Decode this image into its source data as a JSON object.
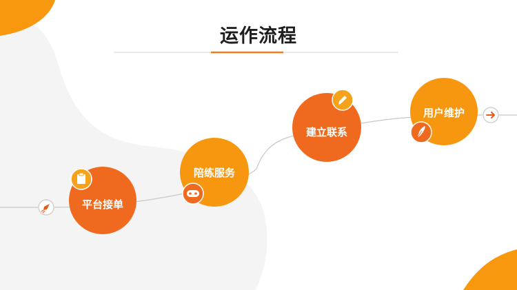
{
  "title": "运作流程",
  "colors": {
    "dark_orange": "#ef6a1e",
    "light_orange": "#f7970f",
    "badge_orange": "#f7a21b",
    "line_gray": "#c9c9c9",
    "blob_gray": "#f4f4f4",
    "title_text": "#1e1e1e"
  },
  "steps": [
    {
      "label": "平台接单",
      "badge_icon": "clipboard-icon"
    },
    {
      "label": "陪练服务",
      "badge_icon": "gamepad-icon"
    },
    {
      "label": "建立联系",
      "badge_icon": "pencil-icon"
    },
    {
      "label": "用户维护",
      "badge_icon": "feather-icon"
    }
  ],
  "line_start_icon": "rocket-icon",
  "line_end_icon": "arrow-right-icon"
}
